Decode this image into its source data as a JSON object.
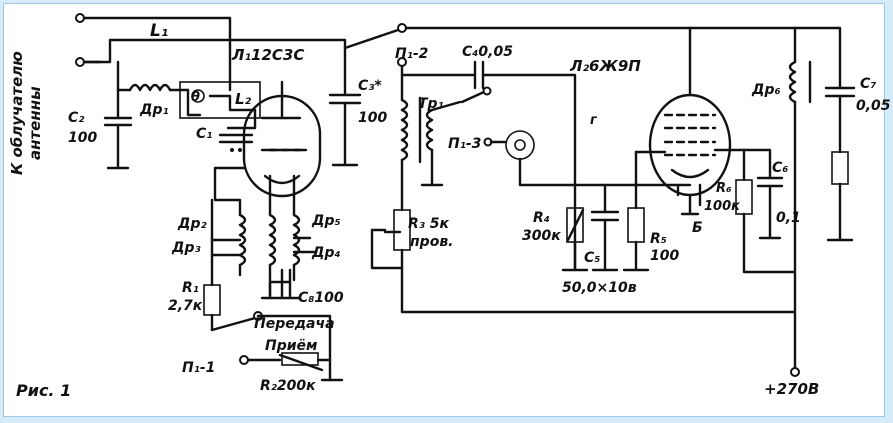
{
  "figure": {
    "caption": "Рис. 1",
    "antenna_label_1": "К облучателю",
    "antenna_label_2": "антенны",
    "power_label": "+270В"
  },
  "tubes": {
    "l1": "Л₁12С3С",
    "l2": "Л₂6Ж9П"
  },
  "labels": {
    "L1": "L₁",
    "L2": "L₂",
    "C1": "C₁",
    "C2": "C₂",
    "C2_val": "100",
    "C3": "C₃*",
    "C3_val": "100",
    "C4": "C₄0,05",
    "C5": "C₅",
    "C5_val": "50,0×10в",
    "C6": "C₆",
    "C6_val": "0,1",
    "C7": "C₇",
    "C7_val": "0,05",
    "C8": "C₈100",
    "Dr1": "Др₁",
    "Dr2": "Др₂",
    "Dr3": "Др₃",
    "Dr4": "Др₄",
    "Dr5": "Др₅",
    "Dr6": "Др₆",
    "R1": "R₁",
    "R1_val": "2,7к",
    "R2": "R₂200к",
    "R3": "R₃ 5к",
    "R3_note": "пров.",
    "R4": "R₄",
    "R4_val": "300к",
    "R5": "R₅",
    "R5_val": "100",
    "R6": "R₆",
    "R6_val": "100к",
    "Tr1": "Тр₁",
    "P1_1": "П₁-1",
    "P1_2": "П₁-2",
    "P1_3": "П₁-3",
    "theta": "θ",
    "B_label": "Б",
    "g_label": "г",
    "transmit": "Передача",
    "receive": "Приём"
  },
  "colors": {
    "background": "#d6ecfb",
    "paper": "#ffffff",
    "ink": "#111111"
  }
}
